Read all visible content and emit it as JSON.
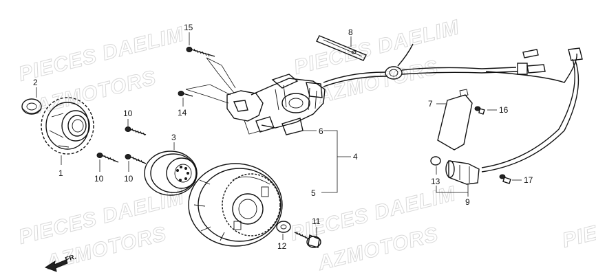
{
  "watermarks": [
    {
      "text": "PIECES DAELIM"
    },
    {
      "text": "AZMOTORS"
    },
    {
      "text": "PIECES DAELIM"
    },
    {
      "text": "AZMOTORS"
    },
    {
      "text": "PIECES DAELIM"
    },
    {
      "text": "AZMOTORS"
    },
    {
      "text": "PIECES DAELIM"
    },
    {
      "text": "AZMOTORS"
    },
    {
      "text": "PIECE"
    }
  ],
  "callouts": {
    "c1": "1",
    "c2": "2",
    "c3": "3",
    "c4": "4",
    "c5": "5",
    "c6": "6",
    "c7": "7",
    "c8": "8",
    "c9": "9",
    "c10a": "10",
    "c10b": "10",
    "c10c": "10",
    "c11": "11",
    "c12": "12",
    "c13": "13",
    "c14": "14",
    "c15": "15",
    "c16": "16",
    "c17": "17"
  },
  "direction_label": "FR."
}
